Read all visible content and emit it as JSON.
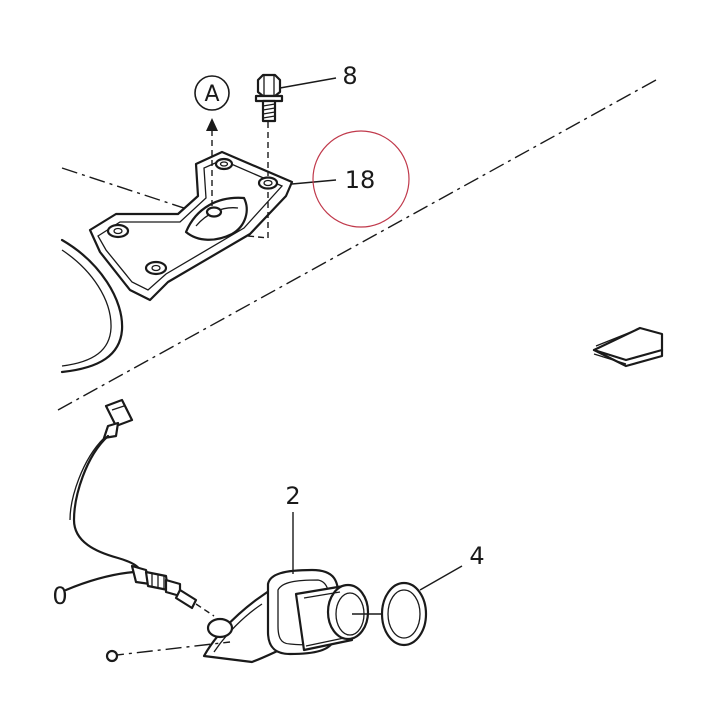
{
  "reference_marker": "A",
  "callouts": {
    "bolt": "8",
    "bracket": "18",
    "elbow": "2",
    "gasket": "4",
    "edge_partial": "0"
  },
  "colors": {
    "line": "#1a1a1a",
    "highlight_circle": "#c0394b",
    "background": "#ffffff"
  }
}
